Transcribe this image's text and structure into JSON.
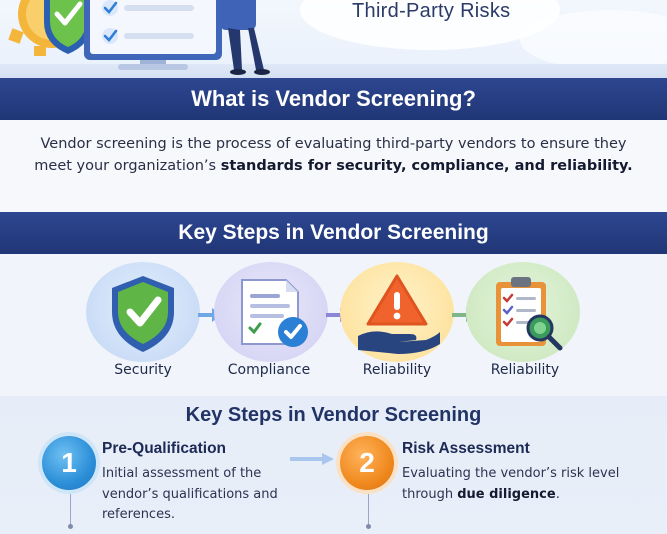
{
  "hero": {
    "tagline": "Third-Party Risks"
  },
  "intro": {
    "title": "What is Vendor Screening?",
    "text_before": "Vendor screening is the process of evaluating third-party vendors to ensure they meet your organization’s ",
    "text_bold": "standards for security, compliance, and reliability."
  },
  "key_steps": {
    "title": "Key Steps in Vendor Screening",
    "items": [
      {
        "label": "Security",
        "icon": "shield-check-icon",
        "color": "#3f8fd6"
      },
      {
        "label": "Compliance",
        "icon": "document-check-icon",
        "color": "#5a67c8"
      },
      {
        "label": "Reliability",
        "icon": "warning-hand-icon",
        "color": "#f07a2a"
      },
      {
        "label": "Reliability",
        "icon": "clipboard-search-icon",
        "color": "#3aa35a"
      }
    ]
  },
  "steps_detail": {
    "title": "Key Steps in Vendor Screening",
    "steps": [
      {
        "number": "1",
        "heading": "Pre-Qualification",
        "text_before": "Initial assessment of the vendor’s qualifications and references.",
        "text_bold": "",
        "text_after": ""
      },
      {
        "number": "2",
        "heading": "Risk Assessment",
        "text_before": "Evaluating the vendor’s risk level through ",
        "text_bold": "due diligence",
        "text_after": "."
      }
    ]
  },
  "colors": {
    "banner": "#203676",
    "accent_blue": "#2c8fd8",
    "accent_orange": "#f08a1f"
  }
}
